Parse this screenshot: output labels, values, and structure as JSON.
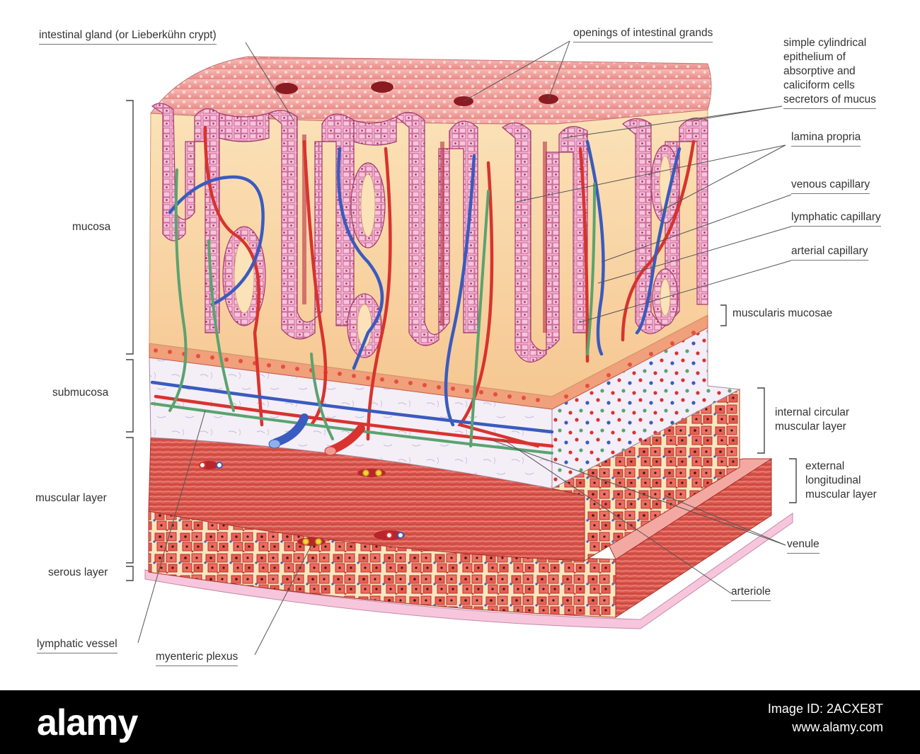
{
  "labels": {
    "intestinal_gland": "intestinal gland (or Lieberkühn crypt)",
    "openings": "openings of intestinal grands",
    "epithelium": [
      "simple cylindrical",
      "epithelium of",
      "absorptive and",
      "caliciform cells",
      "secretors of mucus"
    ],
    "lamina_propria": "lamina propria",
    "venous_capillary": "venous capillary",
    "lymphatic_capillary": "lymphatic capillary",
    "arterial_capillary": "arterial capillary",
    "muscularis_mucosae": "muscularis mucosae",
    "internal_circular": [
      "internal circular",
      "muscular layer"
    ],
    "external_longitudinal": [
      "external",
      "longitudinal",
      "muscular layer"
    ],
    "venule": "venule",
    "arteriole": "arteriole",
    "mucosa": "mucosa",
    "submucosa": "submucosa",
    "muscular_layer": "muscular layer",
    "serous_layer": "serous layer",
    "lymphatic_vessel": "lymphatic vessel",
    "myenteric_plexus": "myenteric plexus"
  },
  "footer": {
    "logo": "alamy",
    "image_id": "Image ID: 2ACXE8T",
    "url": "www.alamy.com"
  },
  "colors": {
    "epithelium": "#f2a6c6",
    "lamina": "#f9d7a8",
    "muscle": "#d9524a",
    "artery": "#d8332e",
    "vein": "#3a5bbf",
    "lymph": "#5aa36f",
    "serosa": "#f7c6dc"
  }
}
